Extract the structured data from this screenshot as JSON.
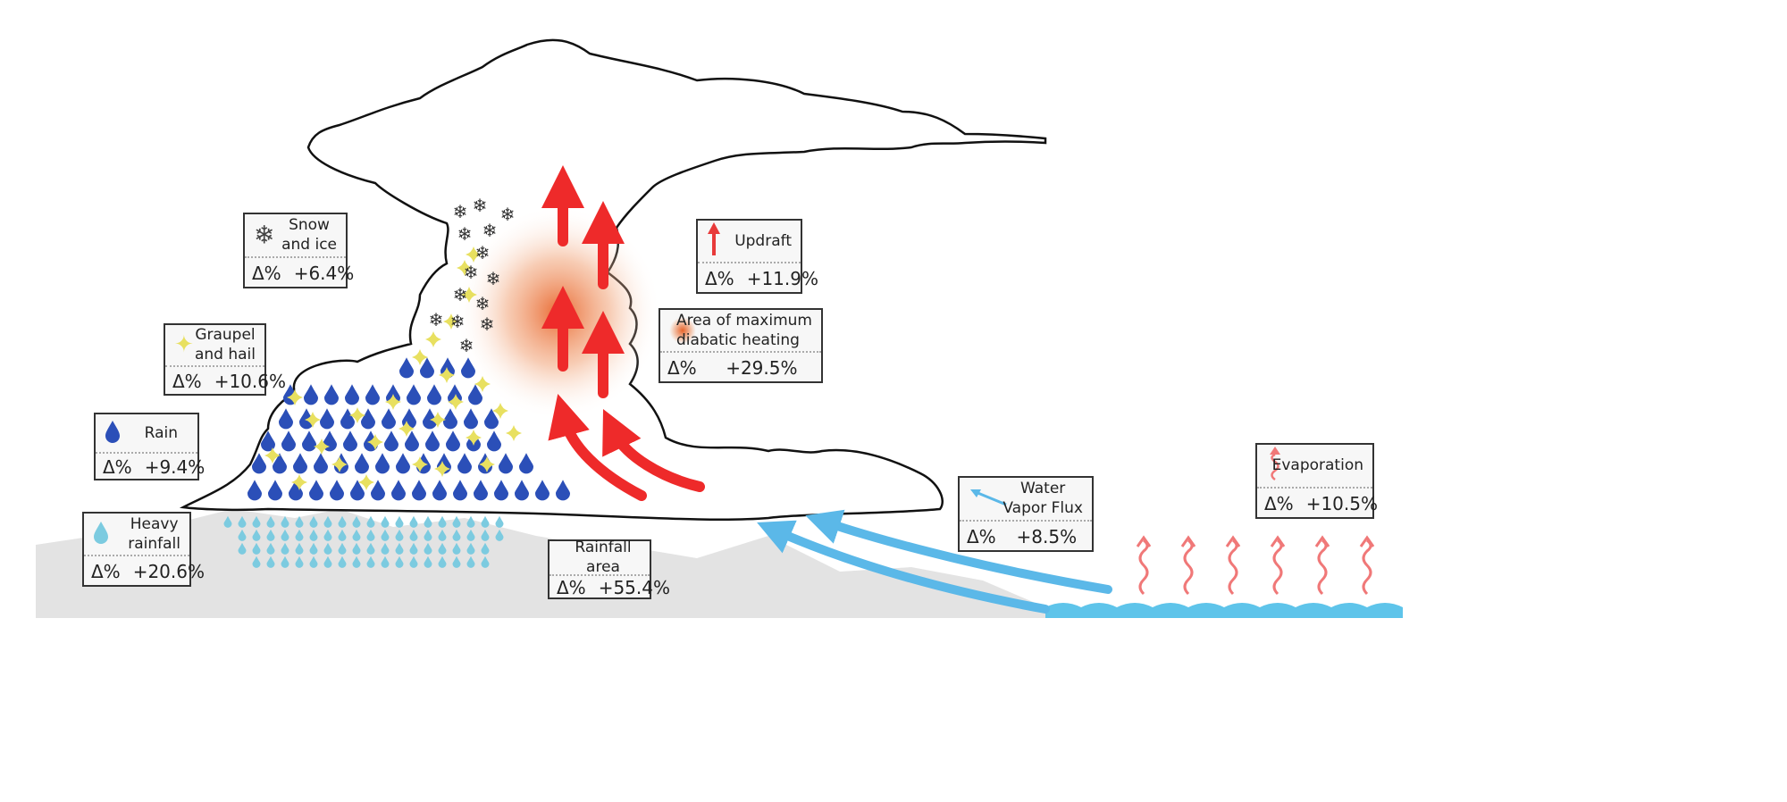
{
  "labels": {
    "delta": "Δ%",
    "snow": {
      "name": "Snow and ice",
      "line1": "Snow",
      "line2": "and ice",
      "value": "+6.4%"
    },
    "graupel": {
      "name": "Graupel and hail",
      "line1": "Graupel",
      "line2": "and hail",
      "value": "+10.6%"
    },
    "rain": {
      "name": "Rain",
      "line1": "Rain",
      "value": "+9.4%"
    },
    "heavy": {
      "name": "Heavy rainfall",
      "line1": "Heavy",
      "line2": "rainfall",
      "value": "+20.6%"
    },
    "area": {
      "name": "Rainfall area",
      "line1": "Rainfall area",
      "value": "+55.4%"
    },
    "updraft": {
      "name": "Updraft",
      "line1": "Updraft",
      "value": "+11.9%"
    },
    "heating": {
      "name": "Area of maximum diabatic heating",
      "line1": "Area of maximum",
      "line2": "diabatic heating",
      "value": "+29.5%"
    },
    "vapor": {
      "name": "Water Vapor Flux",
      "line1": "Water",
      "line2": "Vapor Flux",
      "value": "+8.5%"
    },
    "evap": {
      "name": "Evaporation",
      "line1": "Evaporation",
      "value": "+10.5%"
    }
  },
  "colors": {
    "rain": "#2b4fb8",
    "heavy": "#7ccbe0",
    "graupel": "#e8e060",
    "updraft": "#ee2a2a",
    "vapor": "#5bb8e8",
    "evap": "#f07878",
    "heating": "#e8642a",
    "ground": "#e3e3e3",
    "water": "#5ec4ea"
  }
}
